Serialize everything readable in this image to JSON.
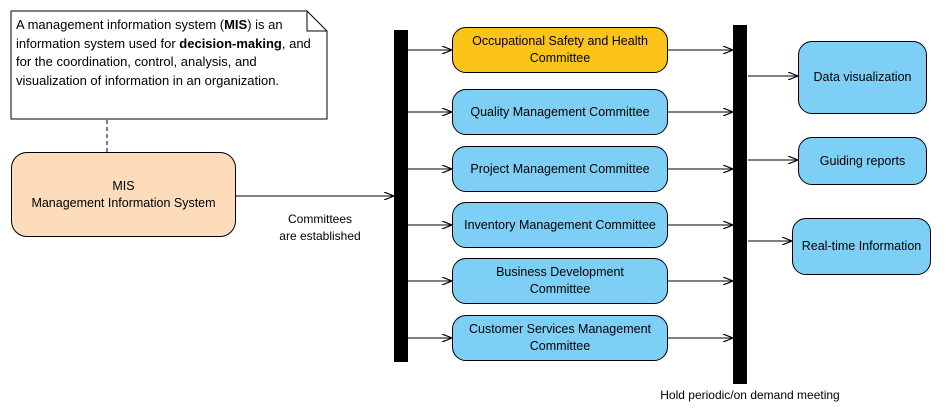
{
  "colors": {
    "committee_fill": "#7ecff5",
    "highlight_fill": "#fcc419",
    "mis_fill": "#fddcbc",
    "note_fill": "#ffffff",
    "line": "#000000"
  },
  "note": {
    "part1": "A management information system (",
    "bold1": "MIS",
    "part2": ") is an information system used for ",
    "bold2": "decision-making",
    "part3": ", and for the coordination, control, analysis, and visualization of information in an organization."
  },
  "mis": {
    "line1": "MIS",
    "line2": "Management Information System"
  },
  "connector_label": {
    "line1": "Committees",
    "line2": "are established"
  },
  "committees": [
    {
      "line1": "Occupational Safety and Health",
      "line2": "Committee",
      "highlight": true
    },
    {
      "line1": "Quality Management Committee",
      "line2": ""
    },
    {
      "line1": "Project Management Committee",
      "line2": ""
    },
    {
      "line1": "Inventory Management Committee",
      "line2": ""
    },
    {
      "line1": "Business Development",
      "line2": "Committee"
    },
    {
      "line1": "Customer Services Management",
      "line2": "Committee"
    }
  ],
  "outputs": [
    {
      "label": "Data visualization"
    },
    {
      "label": "Guiding reports"
    },
    {
      "label": "Real-time Information"
    }
  ],
  "meeting_label": "Hold periodic/on demand meeting"
}
